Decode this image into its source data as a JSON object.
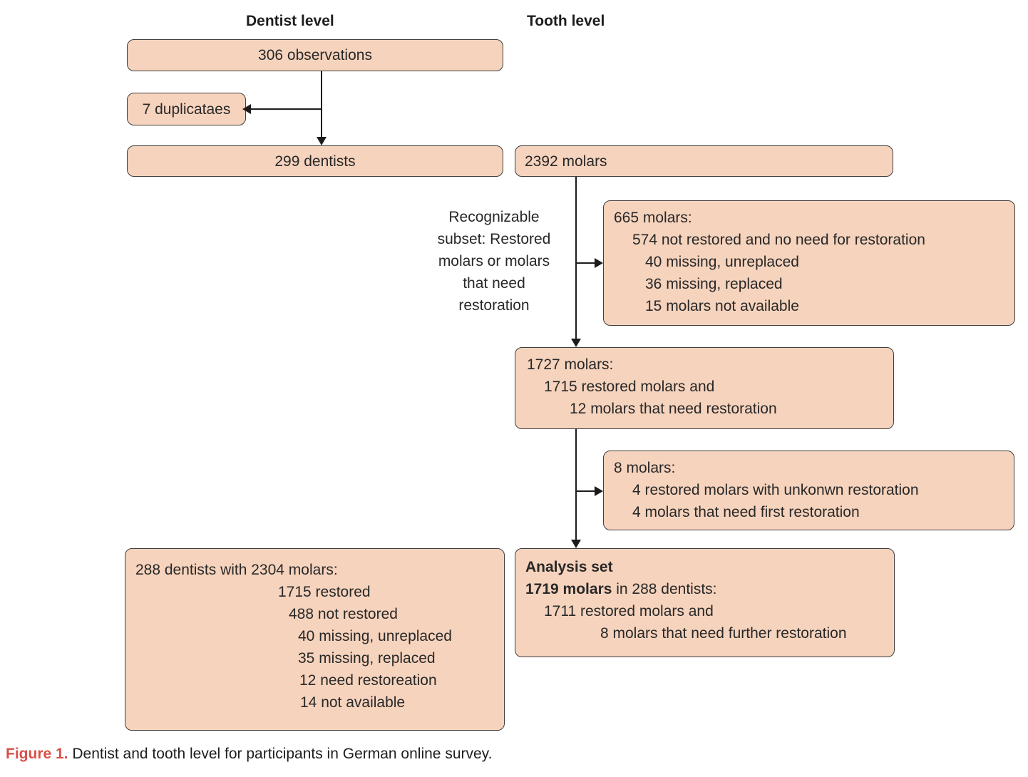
{
  "palette": {
    "box_fill": "#f6d3bd",
    "box_border": "#3e3e3e",
    "text": "#282828",
    "caption_red": "#d8504a"
  },
  "column_headers": {
    "dentist": "Dentist level",
    "tooth": "Tooth level"
  },
  "flow": {
    "observations": "306 observations",
    "duplicates": "7 duplicataes",
    "dentists": "299 dentists",
    "molars": "2392 molars",
    "recognizable_note_lines": [
      "Recognizable",
      "subset: Restored",
      "molars or molars",
      "that need",
      "restoration"
    ],
    "excluded_molars": {
      "title": "665 molars:",
      "lines": [
        "574 not restored and no need for restoration",
        "40 missing, unreplaced",
        "36 missing, replaced",
        "15 molars not available"
      ]
    },
    "recognizable_molars": {
      "title": "1727 molars:",
      "lines": [
        "1715 restored molars and",
        "12 molars that need restoration"
      ]
    },
    "excluded_eight": {
      "title": "8 molars:",
      "lines": [
        "4 restored molars with unkonwn restoration",
        "4 molars that need first restoration"
      ]
    },
    "analysis_set": {
      "title": "Analysis set",
      "subtitle_bold": "1719 molars",
      "subtitle_rest": " in 288 dentists:",
      "lines": [
        "1711 restored molars and",
        "8 molars that need further restoration"
      ]
    },
    "dentist_summary": {
      "title": "288 dentists with 2304 molars:",
      "lines": [
        "1715 restored",
        "488 not restored",
        "40 missing, unreplaced",
        "35 missing, replaced",
        "12 need restoreation",
        "14 not available"
      ]
    }
  },
  "caption": {
    "label": "Figure 1.",
    "text": " Dentist and tooth level for participants in German online survey."
  }
}
